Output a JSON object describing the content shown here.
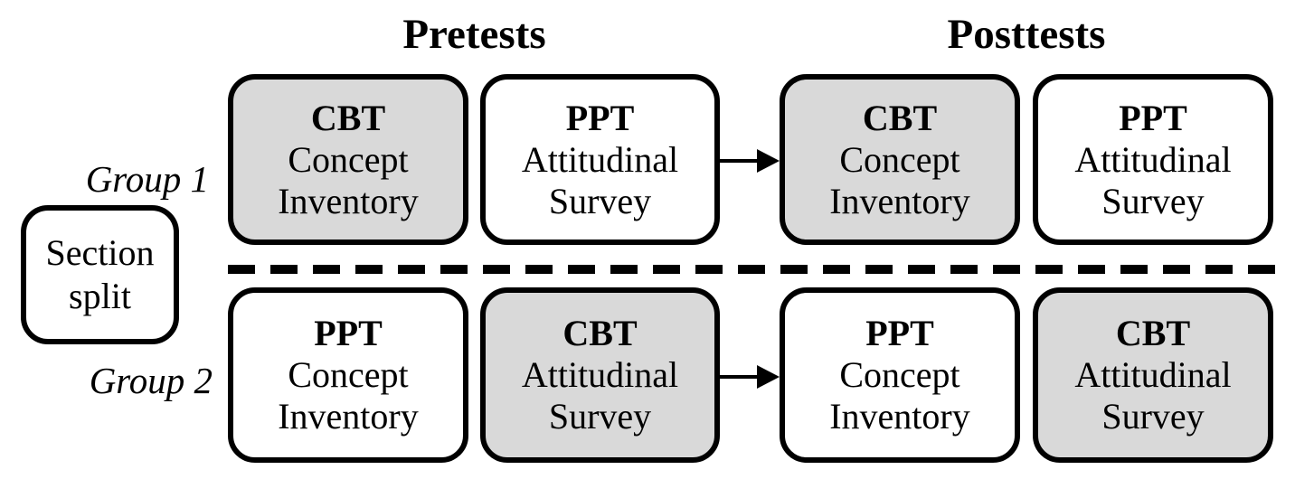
{
  "headers": {
    "pretests": "Pretests",
    "posttests": "Posttests"
  },
  "section_split": {
    "line1": "Section",
    "line2": "split"
  },
  "colors": {
    "shaded_fill": "#d9d9d9",
    "unshaded_fill": "#ffffff",
    "border": "#000000",
    "divider": "#000000",
    "text": "#000000"
  },
  "groups": [
    {
      "label": "Group 1",
      "boxes": [
        {
          "t1": "CBT",
          "t2": "Concept",
          "t3": "Inventory",
          "fill": "#d9d9d9"
        },
        {
          "t1": "PPT",
          "t2": "Attitudinal",
          "t3": "Survey",
          "fill": "#ffffff"
        },
        {
          "t1": "CBT",
          "t2": "Concept",
          "t3": "Inventory",
          "fill": "#d9d9d9"
        },
        {
          "t1": "PPT",
          "t2": "Attitudinal",
          "t3": "Survey",
          "fill": "#ffffff"
        }
      ]
    },
    {
      "label": "Group 2",
      "boxes": [
        {
          "t1": "PPT",
          "t2": "Concept",
          "t3": "Inventory",
          "fill": "#ffffff"
        },
        {
          "t1": "CBT",
          "t2": "Attitudinal",
          "t3": "Survey",
          "fill": "#d9d9d9"
        },
        {
          "t1": "PPT",
          "t2": "Concept",
          "t3": "Inventory",
          "fill": "#ffffff"
        },
        {
          "t1": "CBT",
          "t2": "Attitudinal",
          "t3": "Survey",
          "fill": "#d9d9d9"
        }
      ]
    }
  ]
}
